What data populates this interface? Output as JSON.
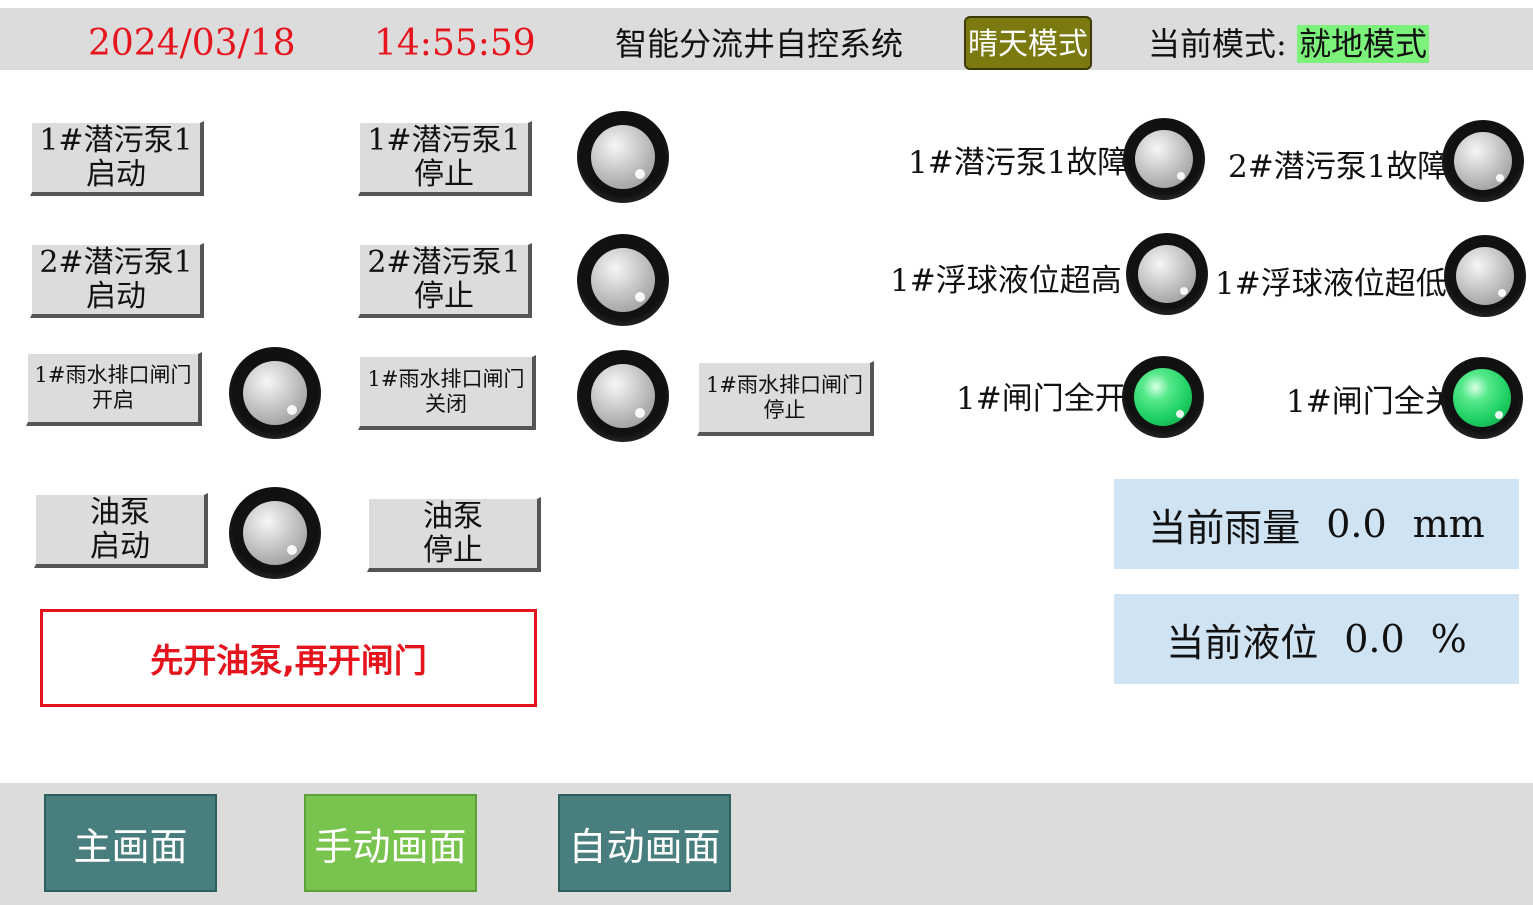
{
  "header": {
    "date": "2024/03/18",
    "time": "14:55:59",
    "title": "智能分流井自控系统",
    "weather_mode_button": "晴天模式",
    "current_mode_label": "当前模式:",
    "current_mode_value": "就地模式"
  },
  "buttons": {
    "pump1_1_start": [
      "1#潜污泵1",
      "启动"
    ],
    "pump1_1_stop": [
      "1#潜污泵1",
      "停止"
    ],
    "pump2_1_start": [
      "2#潜污泵1",
      "启动"
    ],
    "pump2_1_stop": [
      "2#潜污泵1",
      "停止"
    ],
    "gate_open": [
      "1#雨水排口闸门",
      "开启"
    ],
    "gate_close": [
      "1#雨水排口闸门",
      "关闭"
    ],
    "gate_stop": [
      "1#雨水排口闸门",
      "停止"
    ],
    "oil_pump_start": [
      "油泵",
      "启动"
    ],
    "oil_pump_stop": [
      "油泵",
      "停止"
    ]
  },
  "status_lamps": {
    "pump1_1_fault": "1#潜污泵1故障",
    "pump2_1_fault": "2#潜污泵1故障",
    "float_level_high": "1#浮球液位超高",
    "float_level_low": "1#浮球液位超低",
    "gate_fully_open": "1#闸门全开",
    "gate_fully_closed": "1#闸门全关"
  },
  "lamp_states": {
    "pump1_1_run": "gray",
    "pump2_1_run": "gray",
    "gate_open": "gray",
    "gate_close": "gray",
    "oil_pump": "gray",
    "pump1_1_fault": "gray",
    "pump2_1_fault": "gray",
    "float_level_high": "gray",
    "float_level_low": "gray",
    "gate_fully_open": "green",
    "gate_fully_closed": "green"
  },
  "warning": "先开油泵,再开闸门",
  "readouts": {
    "rainfall": {
      "label": "当前雨量",
      "value": "0.0",
      "unit": "mm"
    },
    "level": {
      "label": "当前液位",
      "value": "0.0",
      "unit": "%"
    }
  },
  "nav": {
    "main": "主画面",
    "manual": "手动画面",
    "auto": "自动画面"
  },
  "colors": {
    "header_bg": "#dcdcdc",
    "datetime_red": "#e6141c",
    "mode_button_bg": "#7a7a10",
    "mode_value_bg": "#7cf27a",
    "panel_bg": "#cfe3f3",
    "nav_teal": "#487f7e",
    "nav_active_green": "#78c44f",
    "lamp_green": "#1fd063"
  }
}
